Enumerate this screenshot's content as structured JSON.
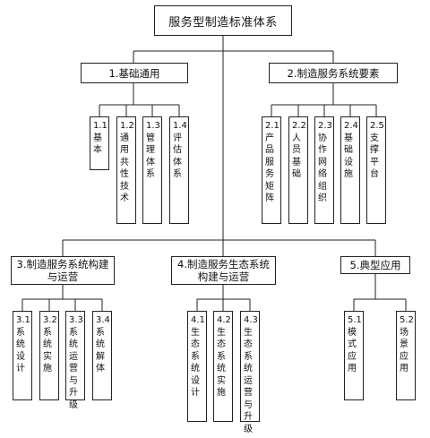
{
  "diagram": {
    "root": "服务型制造标准体系",
    "sections": [
      {
        "label": "1.基础通用",
        "children": [
          "1.1 基本",
          "1.2 通用共性技术",
          "1.3 管理体系",
          "1.4 评估体系"
        ]
      },
      {
        "label": "2.制造服务系统要素",
        "children": [
          "2.1 产品服务矩阵",
          "2.2 人员基础",
          "2.3 协作网络组织",
          "2.4 基础设施",
          "2.5 支撑平台"
        ]
      },
      {
        "label": "3.制造服务系统构建与运营",
        "children": [
          "3.1 系统设计",
          "3.2 系统实施",
          "3.3 系统运营与升级",
          "3.4 系统解体"
        ]
      },
      {
        "label": "4.制造服务生态系统构建与运营",
        "children": [
          "4.1 生态系统设计",
          "4.2 生态系统实施",
          "4.3 生态系统运营与升级"
        ]
      },
      {
        "label": "5.典型应用",
        "children": [
          "5.1 模式应用",
          "5.2 场景应用"
        ]
      }
    ]
  }
}
